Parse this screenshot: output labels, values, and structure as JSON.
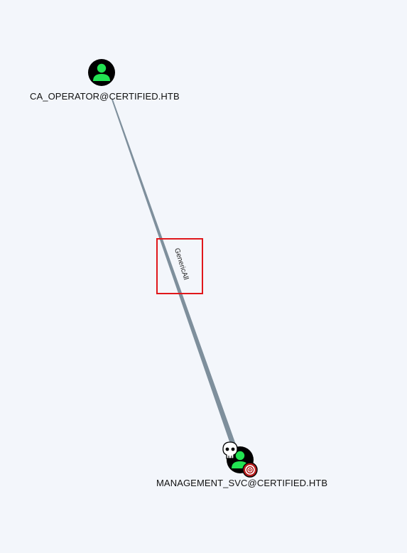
{
  "graph": {
    "nodes": [
      {
        "id": "ca_operator",
        "label": "CA_OPERATOR@CERTIFIED.HTB",
        "type": "user",
        "icon": "user-icon"
      },
      {
        "id": "management_svc",
        "label": "MANAGEMENT_SVC@CERTIFIED.HTB",
        "type": "user",
        "icon": "user-icon",
        "badges": [
          "owned-skull-icon",
          "target-icon"
        ]
      }
    ],
    "edges": [
      {
        "from": "ca_operator",
        "to": "management_svc",
        "label": "GenericAll"
      }
    ]
  },
  "colors": {
    "background": "#f3f6fb",
    "node_fill": "#000000",
    "user_glyph": "#22e352",
    "edge": "#7e8f9c",
    "highlight": "#e0171b",
    "target_badge": "#b51c1c"
  }
}
